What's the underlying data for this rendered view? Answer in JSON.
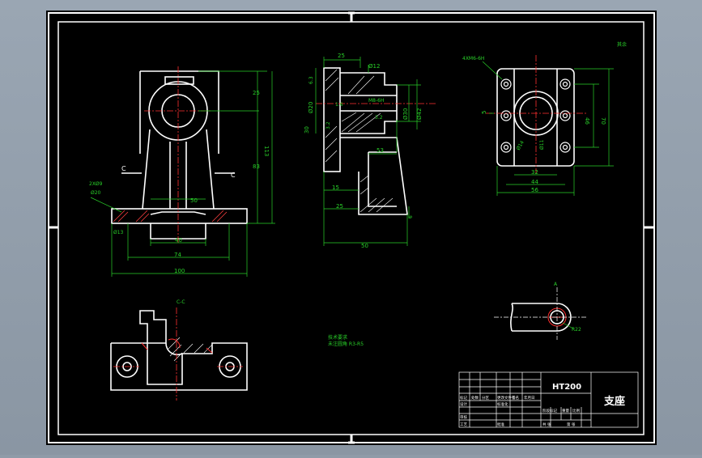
{
  "drawing": {
    "material": "HT200",
    "part_name": "支座",
    "section_label_top": "C",
    "section_view_label": "C-C",
    "detail_label": "A",
    "roughness_note": "其余",
    "notes": [
      "技术要求",
      "未注圆角 R3-R5"
    ]
  },
  "front_view": {
    "dims": [
      "25",
      "113",
      "83",
      "50",
      "40",
      "74",
      "100"
    ],
    "notes": [
      "2XØ9",
      "Ø20",
      "Ø13"
    ]
  },
  "side_view": {
    "dims": [
      "25",
      "Ø12",
      "Ø20",
      "30",
      "15",
      "25",
      "53",
      "50",
      "Ø30",
      "Ø42",
      "3.2",
      "1.6",
      "6.3",
      "3.2"
    ],
    "notes": [
      "M8-6H",
      "6"
    ]
  },
  "top_view": {
    "dims": [
      "32",
      "44",
      "56",
      "46",
      "70",
      "5"
    ],
    "notes": [
      "4XM6-6H",
      "Ø11",
      "Ø14"
    ]
  },
  "detail_view": {
    "notes": [
      "R22"
    ]
  },
  "title_block": {
    "cells": [
      "标记",
      "处数",
      "分区",
      "更改文件号",
      "签名",
      "年月日",
      "设计",
      "标准化",
      "阶段标记",
      "重量",
      "比例",
      "审核",
      "工艺",
      "批准",
      "共 张",
      "第 张"
    ]
  }
}
